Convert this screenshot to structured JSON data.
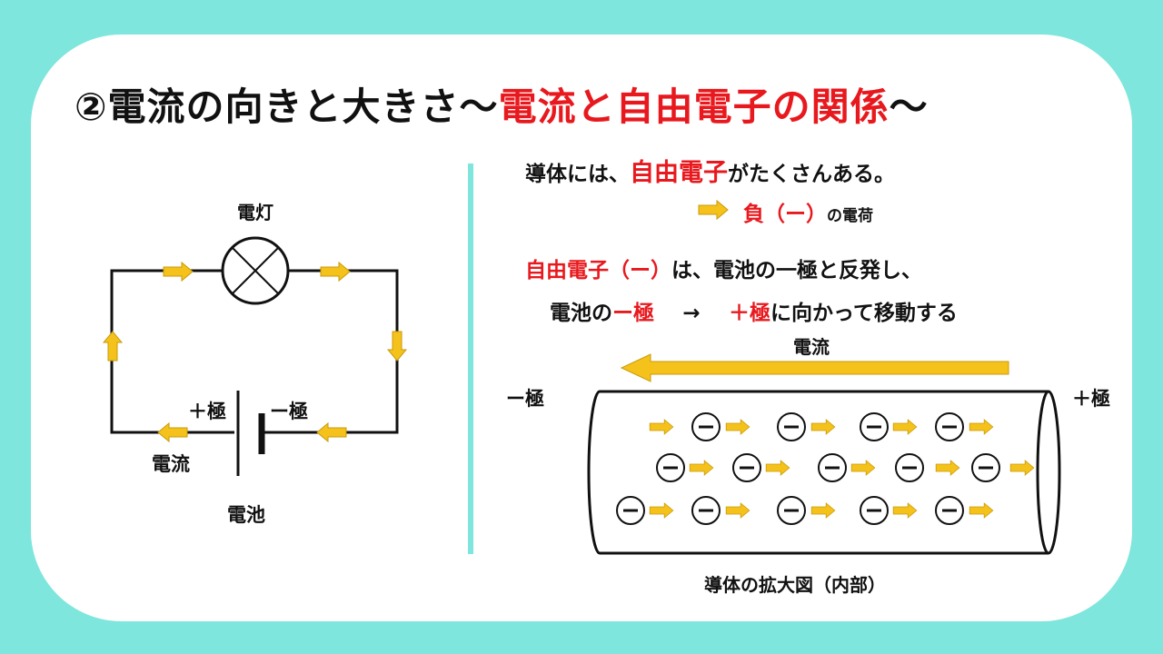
{
  "title": {
    "prefix": "②電流の向きと大きさ～",
    "highlight": "電流と自由電子の関係",
    "suffix": "～"
  },
  "circuit": {
    "lamp_label": "電灯",
    "plus_label": "＋極",
    "minus_label": "ー極",
    "current_label": "電流",
    "battery_label": "電池"
  },
  "explanation": {
    "line1_prefix": "導体には、",
    "line1_highlight": "自由電子",
    "line1_suffix": "がたくさんある。",
    "charge_main": "負（ー）",
    "charge_suffix": "の電荷",
    "line3_highlight": "自由電子（ー）",
    "line3_suffix": "は、電池の一極と反発し、",
    "line4_prefix": "電池の",
    "line4_minus": "ー極",
    "line4_arrow": "→",
    "line4_plus": "＋極",
    "line4_suffix": "に向かって移動する"
  },
  "conductor": {
    "current_label": "電流",
    "minus_end_label": "ー極",
    "plus_end_label": "＋極",
    "electron_symbol": "−",
    "caption": "導体の拡大図（内部）"
  },
  "colors": {
    "background": "#7ee6dc",
    "accent_red": "#e8191e",
    "arrow_yellow": "#f5c21b",
    "label_yellow": "#d4a10a"
  }
}
